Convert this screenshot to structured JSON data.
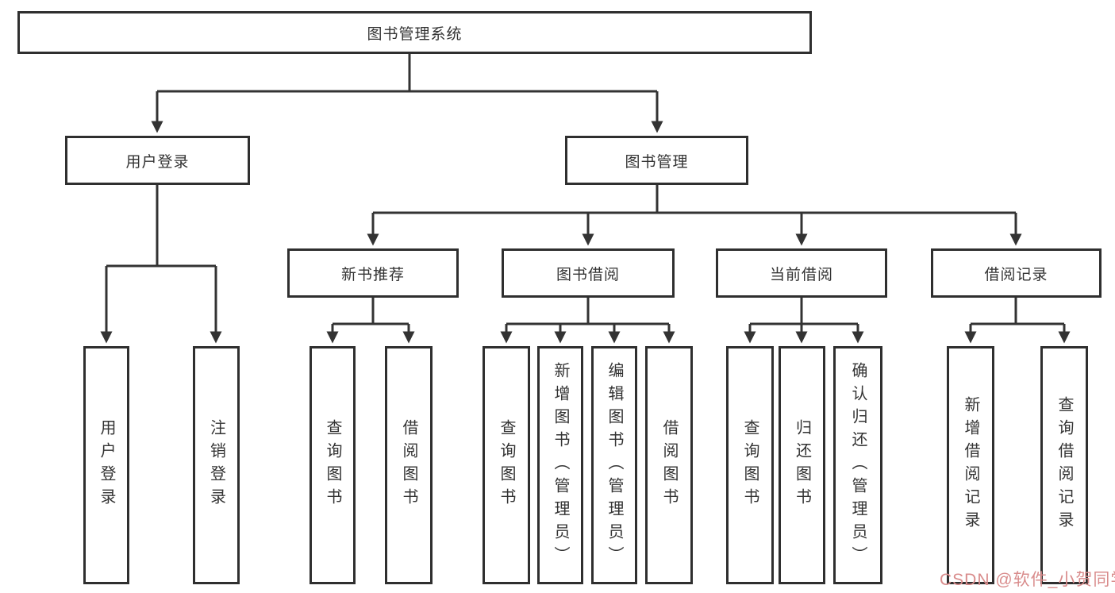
{
  "diagram": {
    "tree": {
      "root": {
        "label": "图书管理系统"
      },
      "level2": [
        {
          "label": "用户登录",
          "children": [
            {
              "label": "用户登录"
            },
            {
              "label": "注销登录"
            }
          ]
        },
        {
          "label": "图书管理",
          "children": [
            {
              "label": "新书推荐",
              "children": [
                {
                  "label": "查询图书"
                },
                {
                  "label": "借阅图书"
                }
              ]
            },
            {
              "label": "图书借阅",
              "children": [
                {
                  "label": "查询图书"
                },
                {
                  "label": "新增图书（管理员）"
                },
                {
                  "label": "编辑图书（管理员）"
                },
                {
                  "label": "借阅图书"
                }
              ]
            },
            {
              "label": "当前借阅",
              "children": [
                {
                  "label": "查询图书"
                },
                {
                  "label": "归还图书"
                },
                {
                  "label": "确认归还（管理员）"
                }
              ]
            },
            {
              "label": "借阅记录",
              "children": [
                {
                  "label": "新增借阅记录"
                },
                {
                  "label": "查询借阅记录"
                }
              ]
            }
          ]
        }
      ]
    },
    "colors": {
      "border": "#2f2f2f",
      "line": "#333333",
      "text": "#333333",
      "background": "#ffffff"
    }
  },
  "watermark": {
    "text": "CSDN @软件_小贺同学",
    "color": "#d98c8c"
  }
}
